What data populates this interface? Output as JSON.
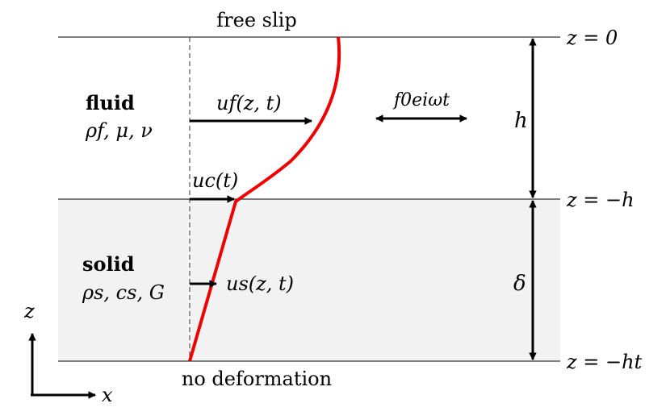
{
  "labels": {
    "top_boundary": "free slip",
    "bottom_boundary": "no deformation",
    "fluid_title": "fluid",
    "fluid_params": "ρf, μ, ν",
    "solid_title": "solid",
    "solid_params": "ρs, cs, G",
    "uf": "uf(z, t)",
    "uc": "uc(t)",
    "us": "us(z, t)",
    "forcing": "f0eiωt",
    "h": "h",
    "delta": "δ",
    "z0": "z = 0",
    "zmh": "z = −h",
    "zmht": "z = −ht",
    "axis_z": "z",
    "axis_x": "x"
  },
  "colors": {
    "profile": "#ee0000",
    "solid_fill": "#f2f2f2",
    "ink": "#000000"
  }
}
